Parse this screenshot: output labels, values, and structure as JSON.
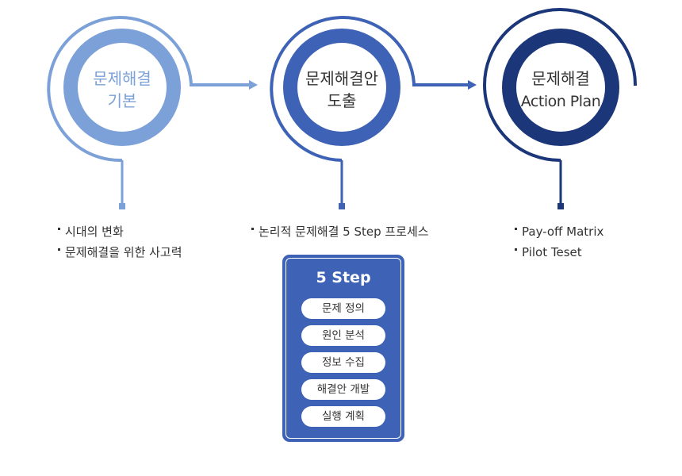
{
  "stages": [
    {
      "line1": "문제해결",
      "line2": "기본",
      "color": "#7ca0d8"
    },
    {
      "line1": "문제해결안",
      "line2": "도출",
      "color": "#3e62b5"
    },
    {
      "line1": "문제해결",
      "line2": "Action Plan",
      "color": "#1b3679"
    }
  ],
  "bullets": {
    "stage1": [
      "시대의 변화",
      "문제해결을 위한 사고력"
    ],
    "stage2": [
      "논리적 문제해결 5 Step 프로세스"
    ],
    "stage3": [
      "Pay-off Matrix",
      "Pilot Teset"
    ]
  },
  "five_step": {
    "title": "5 Step",
    "steps": [
      "문제 정의",
      "원인 분석",
      "정보 수집",
      "해결안 개발",
      "실행 계획"
    ]
  }
}
